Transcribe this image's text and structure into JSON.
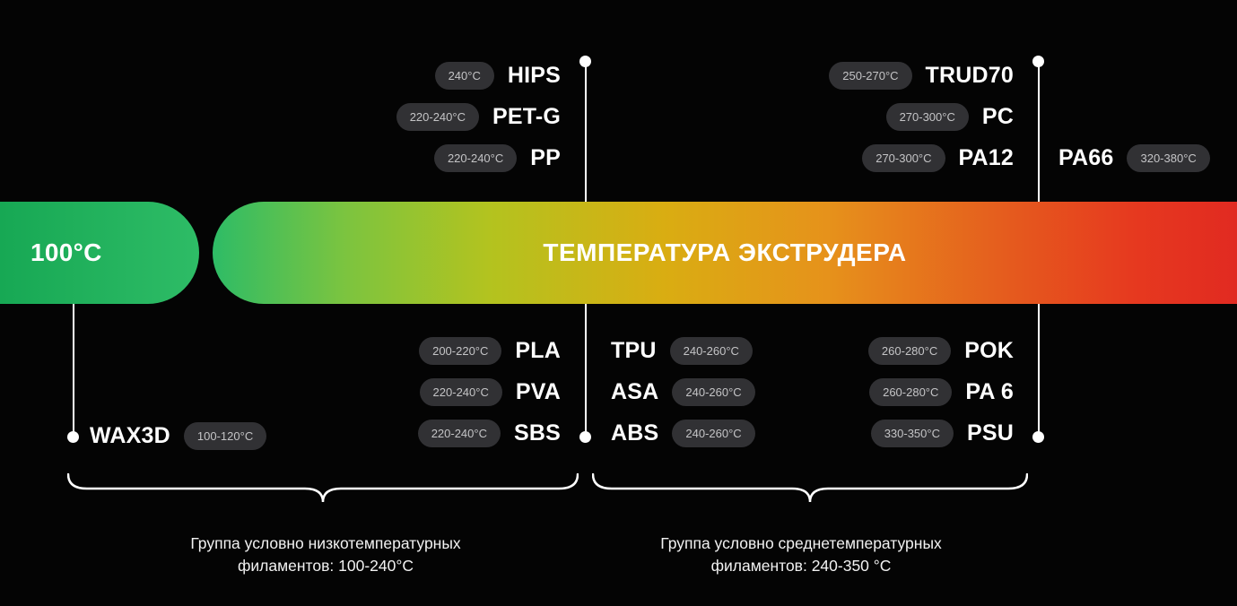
{
  "bar": {
    "low_label": "100°C",
    "title": "ТЕМПЕРАТУРА ЭКСТРУДЕРА"
  },
  "materials": {
    "top_left": [
      {
        "temp": "240°C",
        "name": "HIPS"
      },
      {
        "temp": "220-240°C",
        "name": "PET-G"
      },
      {
        "temp": "220-240°C",
        "name": "PP"
      }
    ],
    "top_right": [
      {
        "temp": "250-270°C",
        "name": "TRUD70"
      },
      {
        "temp": "270-300°C",
        "name": "PC"
      },
      {
        "temp": "270-300°C",
        "name": "PA12"
      }
    ],
    "top_far_right": {
      "name": "PA66",
      "temp": "320-380°C"
    },
    "bottom_left": {
      "name": "WAX3D",
      "temp": "100-120°C"
    },
    "bottom_mid_left": [
      {
        "temp": "200-220°C",
        "name": "PLA"
      },
      {
        "temp": "220-240°C",
        "name": "PVA"
      },
      {
        "temp": "220-240°C",
        "name": "SBS"
      }
    ],
    "bottom_mid": [
      {
        "name": "TPU",
        "temp": "240-260°C"
      },
      {
        "name": "ASA",
        "temp": "240-260°C"
      },
      {
        "name": "ABS",
        "temp": "240-260°C"
      }
    ],
    "bottom_right": [
      {
        "temp": "260-280°C",
        "name": "POK"
      },
      {
        "temp": "260-280°C",
        "name": "PA 6"
      },
      {
        "temp": "330-350°C",
        "name": "PSU"
      }
    ]
  },
  "captions": {
    "low_group": "Группа условно низкотемпературных\nфиламентов: 100-240°C",
    "mid_group": "Группа условно среднетемпературных\nфиламентов: 240-350 °C"
  },
  "colors": {
    "background": "#040404",
    "pill_background": "#313134",
    "pill_text": "#c4c4c6",
    "gradient_start": "#2ebc66",
    "gradient_mid": "#d9ad12",
    "gradient_end": "#e12a21",
    "marker": "#ffffff"
  }
}
